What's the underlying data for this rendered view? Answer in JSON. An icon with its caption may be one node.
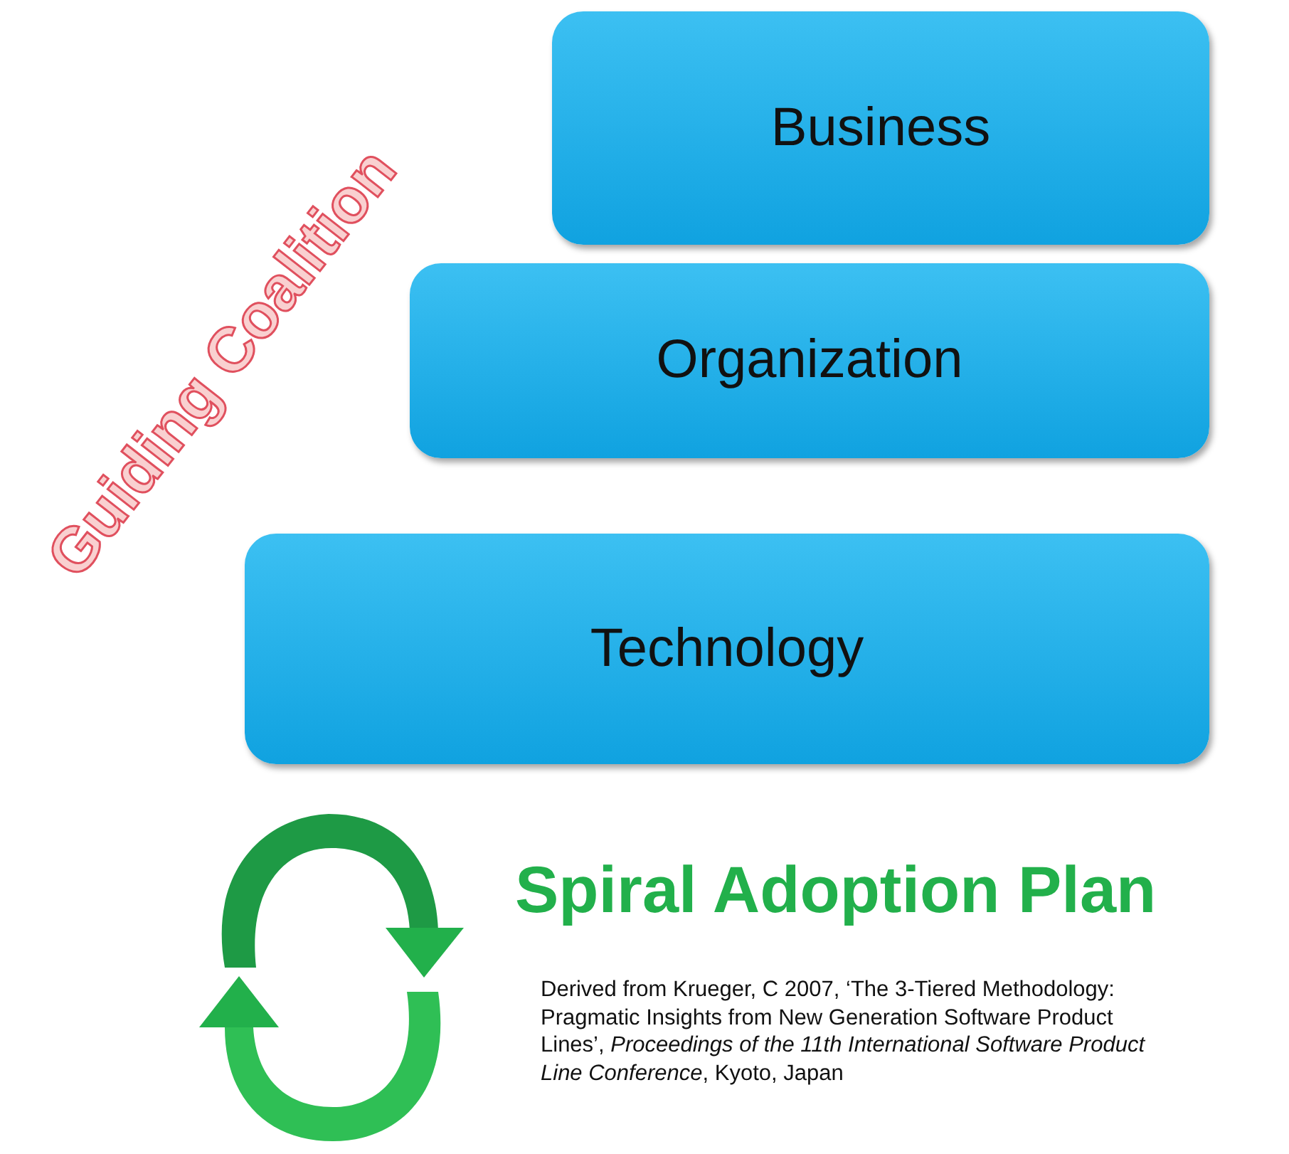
{
  "diagram": {
    "nodes": [
      {
        "text": [
          "Business"
        ]
      },
      {
        "text": [
          "Organization"
        ]
      },
      {
        "text": [
          "Technology"
        ]
      }
    ],
    "labels": [
      "Guiding Coalition",
      "Spiral Adoption Plan",
      "Derived from Krueger, C 2007, ‘The 3-Tiered Methodology: Pragmatic Insights from New Generation Software Product Lines’, *Proceedings of the 11th International Software Product Line Conference*, Kyoto, Japan"
    ]
  }
}
